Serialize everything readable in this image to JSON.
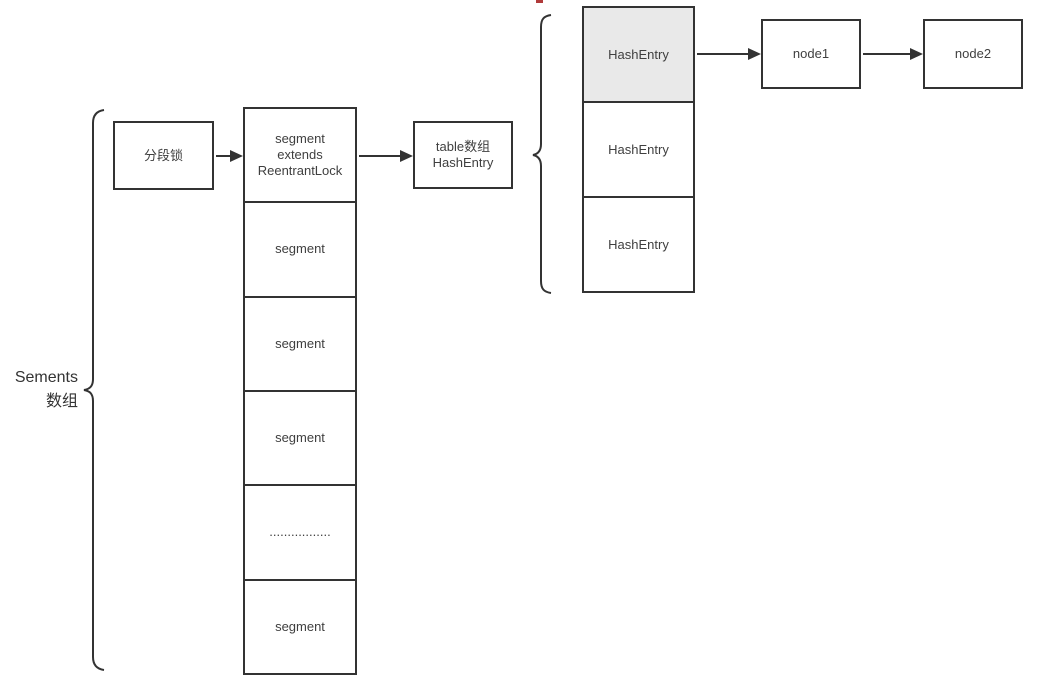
{
  "diagram": {
    "left_label": "Sements\n数组",
    "lock_box": {
      "label": "分段锁"
    },
    "segment_column": {
      "cells": [
        {
          "label": "segment\nextends\nReentrantLock"
        },
        {
          "label": "segment"
        },
        {
          "label": "segment"
        },
        {
          "label": "segment"
        },
        {
          "label": "................."
        },
        {
          "label": "segment"
        }
      ]
    },
    "table_box": {
      "label": "table数组\nHashEntry"
    },
    "hashentry_column": {
      "cells": [
        {
          "label": "HashEntry",
          "highlighted": true
        },
        {
          "label": "HashEntry",
          "highlighted": false
        },
        {
          "label": "HashEntry",
          "highlighted": false
        }
      ]
    },
    "node_boxes": [
      {
        "label": "node1"
      },
      {
        "label": "node2"
      }
    ],
    "colors": {
      "border": "#333333",
      "text": "#3f3f3f",
      "highlight_fill": "#e9e9e9",
      "red_mark": "#b03a3a"
    }
  }
}
